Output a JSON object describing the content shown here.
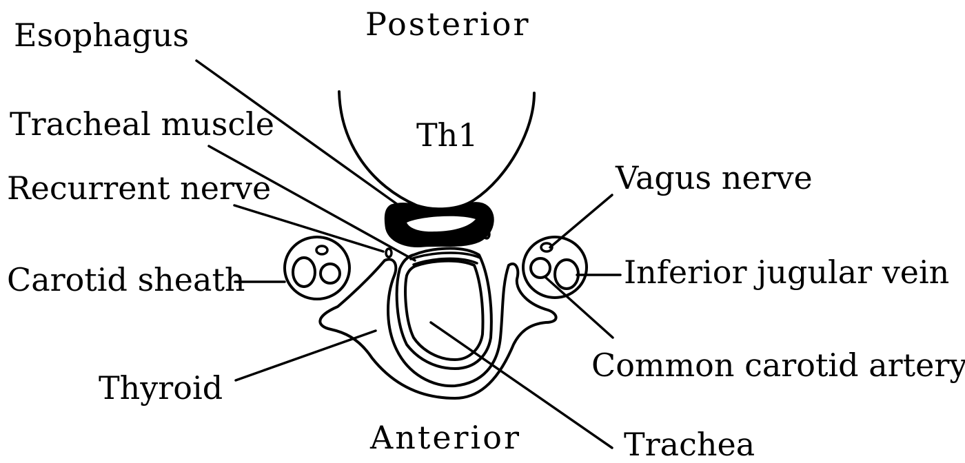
{
  "orientation": {
    "posterior": "Posterior",
    "anterior": "Anterior"
  },
  "labels": {
    "esophagus": "Esophagus",
    "th1": "Th1",
    "tracheal_muscle": "Tracheal muscle",
    "recurrent_nerve": "Recurrent nerve",
    "carotid_sheath": "Carotid sheath",
    "thyroid": "Thyroid",
    "vagus_nerve": "Vagus nerve",
    "inferior_jugular_vein": "Inferior jugular vein",
    "common_carotid_artery": "Common carotid artery",
    "trachea": "Trachea"
  },
  "colors": {
    "ink": "#000000",
    "background": "#ffffff"
  }
}
